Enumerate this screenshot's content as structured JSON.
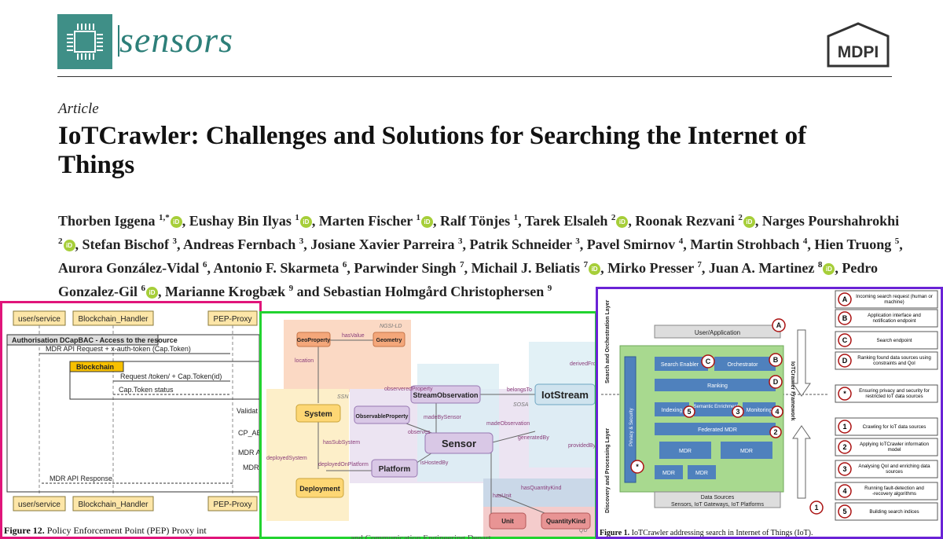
{
  "header": {
    "journal": "sensors",
    "publisher": "MDPI",
    "article_type": "Article",
    "title": "IoTCrawler: Challenges and Solutions for Searching the Internet of Things"
  },
  "authors": [
    {
      "name": "Thorben Iggena",
      "sup": "1,*",
      "orcid": true
    },
    {
      "name": "Eushay Bin Ilyas",
      "sup": "1",
      "orcid": true
    },
    {
      "name": "Marten Fischer",
      "sup": "1",
      "orcid": true
    },
    {
      "name": "Ralf Tönjes",
      "sup": "1",
      "orcid": false
    },
    {
      "name": "Tarek Elsaleh",
      "sup": "2",
      "orcid": true
    },
    {
      "name": "Roonak Rezvani",
      "sup": "2",
      "orcid": true
    },
    {
      "name": "Narges Pourshahrokhi",
      "sup": "2",
      "orcid": true
    },
    {
      "name": "Stefan Bischof",
      "sup": "3",
      "orcid": false
    },
    {
      "name": "Andreas Fernbach",
      "sup": "3",
      "orcid": false
    },
    {
      "name": "Josiane Xavier Parreira",
      "sup": "3",
      "orcid": false
    },
    {
      "name": "Patrik Schneider",
      "sup": "3",
      "orcid": false
    },
    {
      "name": "Pavel Smirnov",
      "sup": "4",
      "orcid": false
    },
    {
      "name": "Martin Strohbach",
      "sup": "4",
      "orcid": false
    },
    {
      "name": "Hien Truong",
      "sup": "5",
      "orcid": false
    },
    {
      "name": "Aurora González-Vidal",
      "sup": "6",
      "orcid": false
    },
    {
      "name": "Antonio F. Skarmeta",
      "sup": "6",
      "orcid": false
    },
    {
      "name": "Parwinder Singh",
      "sup": "7",
      "orcid": false
    },
    {
      "name": "Michail J. Beliatis",
      "sup": "7",
      "orcid": true
    },
    {
      "name": "Mirko Presser",
      "sup": "7",
      "orcid": false
    },
    {
      "name": "Juan A. Martinez",
      "sup": "8",
      "orcid": true
    },
    {
      "name": "Pedro Gonzalez-Gil",
      "sup": "6",
      "orcid": true
    },
    {
      "name": "Marianne Krogbæk",
      "sup": "9",
      "orcid": false
    },
    {
      "name": "Sebastian Holmgård Christophersen",
      "sup": "9",
      "orcid": false
    }
  ],
  "author_connector": "and",
  "orcid_label": "iD",
  "fig12": {
    "participants": [
      "user/service",
      "Blockchain_Handler",
      "PEP-Proxy"
    ],
    "frame_label": "Authorisation DCapBAC - Access to the resource",
    "blockchain": "Blockchain",
    "messages": [
      "MDR API Request + x-auth-token (Cap.Token)",
      "Request /token/ + Cap.Token(id)",
      "Cap.Token status",
      "Validat",
      "CP_AB",
      "MDR A",
      "MDR",
      "MDR API Response"
    ],
    "caption_label": "Figure 12.",
    "caption": "Policy Enforcement Point (PEP) Proxy int"
  },
  "fig_ont": {
    "groups": [
      "NGSI-LD",
      "SSN",
      "SOSA",
      "QU"
    ],
    "nodes": [
      "GeoProperty",
      "Geometry",
      "System",
      "ObservableProperty",
      "StreamObservation",
      "IotStream",
      "Sensor",
      "Platform",
      "Deployment",
      "Unit",
      "QuantityKind"
    ],
    "edges": [
      "hasValue",
      "location",
      "observeredProperty",
      "belongsTo",
      "derivedFrom",
      "madeBySensor",
      "madeObservation",
      "observes",
      "generatedBy",
      "providedBy",
      "hasSubSystem",
      "deployedSystem",
      "deployedOnPlatform",
      "isHostedBy",
      "hasQuantityKind",
      "hasUnit"
    ],
    "under_text": "and Communication Engineering Depart"
  },
  "fig1": {
    "layers": [
      "Search and Orchestration Layer",
      "Discovery and Processing Layer"
    ],
    "framework": "IoTCrawler Framework",
    "privacy": "Privacy & Security",
    "boxes": {
      "user": "User/Application",
      "search_enabler": "Search Enabler",
      "orchestrator": "Orchestrator",
      "ranking": "Ranking",
      "indexing": "Indexing",
      "semantic": "Semantic Enrichment",
      "monitoring": "Monitoring",
      "federated": "Federated MDR",
      "mdr": "MDR",
      "data_sources": "Data Sources",
      "data_sources_sub": "Sensors, IoT Gateways, IoT Platforms"
    },
    "legend": [
      {
        "key": "A",
        "text": "Incoming search request (human or machine)"
      },
      {
        "key": "B",
        "text": "Application interface and notification endpoint"
      },
      {
        "key": "C",
        "text": "Search endpoint"
      },
      {
        "key": "D",
        "text": "Ranking found data sources using constraints and QoI"
      },
      {
        "key": "*",
        "text": "Ensuring privacy and security for restricted IoT data sources"
      },
      {
        "key": "1",
        "text": "Crawling for IoT data sources"
      },
      {
        "key": "2",
        "text": "Applying IoTCrawler information model"
      },
      {
        "key": "3",
        "text": "Analysing QoI and enriching data sources"
      },
      {
        "key": "4",
        "text": "Running fault-detection and -recovery algorithms"
      },
      {
        "key": "5",
        "text": "Building search indices"
      }
    ],
    "caption_label": "Figure 1.",
    "caption": "IoTCrawler addressing search in Internet of Things (IoT)."
  },
  "colors": {
    "journal": "#2d7f79",
    "fig12_border": "#e0157a",
    "ont_border": "#22d330",
    "fig1_border": "#6a22d6",
    "orcid": "#a6ce39"
  }
}
